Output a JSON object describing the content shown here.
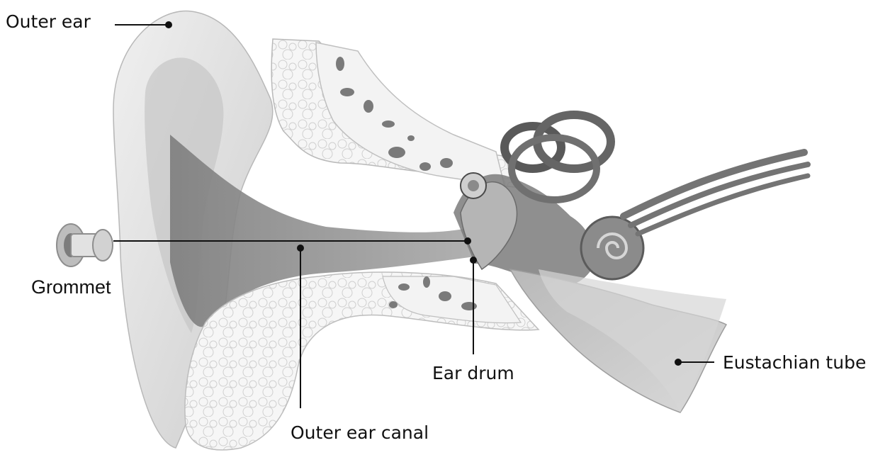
{
  "labels": {
    "outer_ear": "Outer ear",
    "grommet": "Grommet",
    "ear_drum": "Ear drum",
    "eustachian_tube": "Eustachian tube",
    "outer_ear_canal": "Outer ear canal"
  },
  "colors": {
    "outer_skin": "#e6e6e6",
    "outer_skin_shadow": "#b9b9b9",
    "canal": "#8e8e8e",
    "bone": "#f1f1f1",
    "bone_cells": "#d6d6d6",
    "dark_tissue": "#6d6d6d",
    "line": "#111111"
  }
}
